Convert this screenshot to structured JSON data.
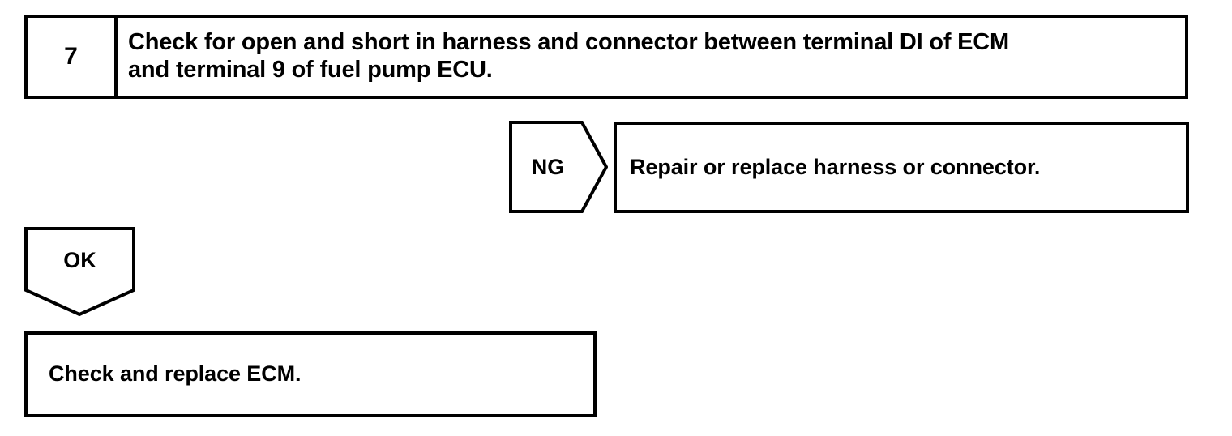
{
  "diagram": {
    "type": "troubleshooting-flowchart",
    "colors": {
      "line": "#000000",
      "background": "#ffffff",
      "text": "#000000"
    },
    "step": {
      "number": "7",
      "instruction": "Check for open and short in harness and connector between terminal DI of ECM\nand terminal 9 of fuel pump ECU."
    },
    "branches": [
      {
        "tag": "NG",
        "shape": "pentagon-right",
        "result_label": "Repair or replace harness or connector."
      },
      {
        "tag": "OK",
        "shape": "pentagon-down",
        "result_label": "Check and replace ECM."
      }
    ],
    "ng": {
      "tag": "NG",
      "result": "Repair or replace harness or connector."
    },
    "ok": {
      "tag": "OK",
      "result": "Check and replace ECM."
    }
  }
}
